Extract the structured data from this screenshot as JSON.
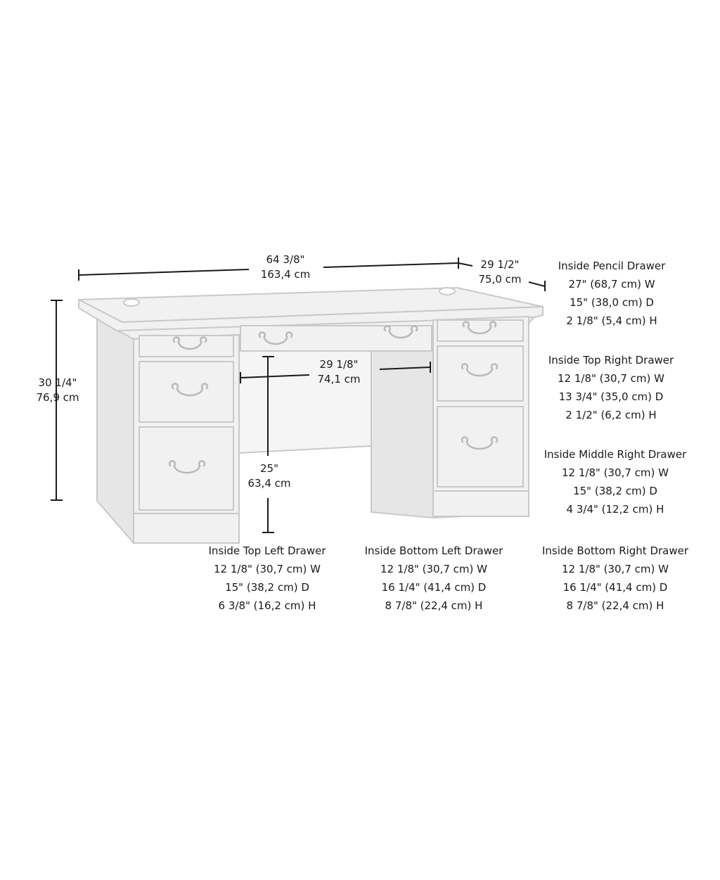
{
  "dimensions": {
    "width": {
      "imperial": "64 3/8\"",
      "metric": "163,4 cm"
    },
    "depth": {
      "imperial": "29 1/2\"",
      "metric": "75,0 cm"
    },
    "height": {
      "imperial": "30 1/4\"",
      "metric": "76,9 cm"
    },
    "knee_width": {
      "imperial": "29 1/8\"",
      "metric": "74,1 cm"
    },
    "knee_height": {
      "imperial": "25\"",
      "metric": "63,4 cm"
    }
  },
  "drawers": {
    "pencil": {
      "title": "Inside Pencil Drawer",
      "w": "27\" (68,7 cm) W",
      "d": "15\" (38,0 cm) D",
      "h": "2 1/8\" (5,4 cm) H"
    },
    "top_right": {
      "title": "Inside Top Right Drawer",
      "w": "12 1/8\" (30,7 cm) W",
      "d": "13 3/4\" (35,0 cm) D",
      "h": "2 1/2\" (6,2 cm) H"
    },
    "middle_right": {
      "title": "Inside Middle Right Drawer",
      "w": "12 1/8\" (30,7 cm) W",
      "d": "15\" (38,2 cm) D",
      "h": "4 3/4\" (12,2 cm) H"
    },
    "top_left": {
      "title": "Inside Top Left Drawer",
      "w": "12 1/8\" (30,7 cm) W",
      "d": "15\" (38,2 cm) D",
      "h": "6 3/8\" (16,2 cm) H"
    },
    "bottom_left": {
      "title": "Inside Bottom Left Drawer",
      "w": "12 1/8\" (30,7 cm) W",
      "d": "16 1/4\" (41,4 cm) D",
      "h": "8 7/8\" (22,4 cm) H"
    },
    "bottom_right": {
      "title": "Inside Bottom Right Drawer",
      "w": "12 1/8\" (30,7 cm) W",
      "d": "16 1/4\" (41,4 cm) D",
      "h": "8 7/8\" (22,4 cm) H"
    }
  },
  "colors": {
    "desk_fill": "#f1f1f1",
    "desk_stroke": "#c9c9c9",
    "desk_shade": "#e6e6e6",
    "dimension_line": "#1a1a1a",
    "text": "#1a1a1a"
  }
}
